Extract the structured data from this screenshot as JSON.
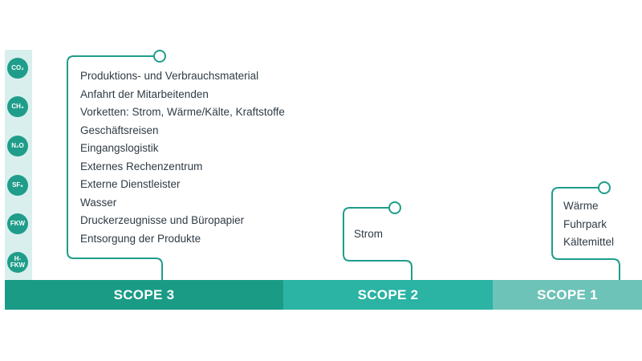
{
  "gases": [
    {
      "label": "CO₂"
    },
    {
      "label": "CH₄"
    },
    {
      "label": "N₂O"
    },
    {
      "label": "SF₆"
    },
    {
      "label": "FKW"
    },
    {
      "label": "H-\nFKW"
    }
  ],
  "scope3": {
    "label": "SCOPE 3",
    "items": [
      "Produktions- und Verbrauchsmaterial",
      "Anfahrt der Mitarbeitenden",
      "Vorketten: Strom, Wärme/Kälte, Kraftstoffe",
      "Geschäftsreisen",
      "Eingangslogistik",
      "Externes Rechenzentrum",
      "Externe Dienstleister",
      "Wasser",
      "Druckerzeugnisse und Büropapier",
      "Entsorgung der Produkte"
    ]
  },
  "scope2": {
    "label": "SCOPE 2",
    "items": [
      "Strom"
    ]
  },
  "scope1": {
    "label": "SCOPE 1",
    "items": [
      "Wärme",
      "Fuhrpark",
      "Kältemittel"
    ]
  },
  "colors": {
    "scope3": "#1a9b86",
    "scope2": "#2bb3a4",
    "scope1": "#6ec3b8",
    "line": "#1f9d8a",
    "gas_strip": "#d9efee"
  }
}
